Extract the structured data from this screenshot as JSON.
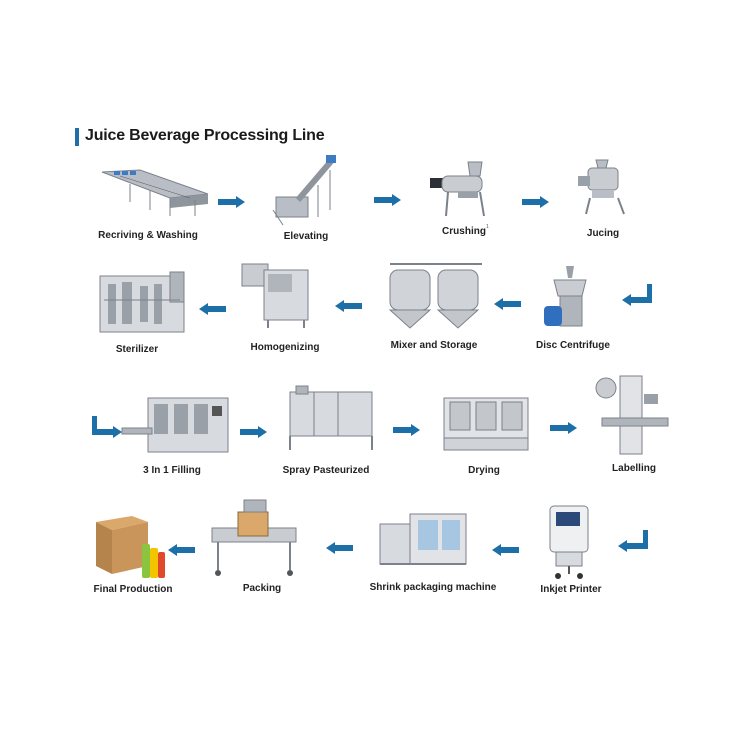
{
  "title": "Juice Beverage Processing Line",
  "stages": {
    "receiving": "Recriving & Washing",
    "elevating": "Elevating",
    "crushing": "Crushing",
    "jucing": "Jucing",
    "disc": "Disc Centrifuge",
    "mixer": "Mixer and Storage",
    "homogenizing": "Homogenizing",
    "sterilizer": "Sterilizer",
    "filling": "3 In 1 Filling",
    "spray": "Spray Pasteurized",
    "drying": "Drying",
    "labelling": "Labelling",
    "inkjet": "Inkjet Printer",
    "shrink": "Shrink packaging machine",
    "packing": "Packing",
    "final": "Final Production"
  },
  "colors": {
    "accent": "#1d6fa8",
    "steel": "#c9ccd1",
    "dark": "#6b7078"
  }
}
